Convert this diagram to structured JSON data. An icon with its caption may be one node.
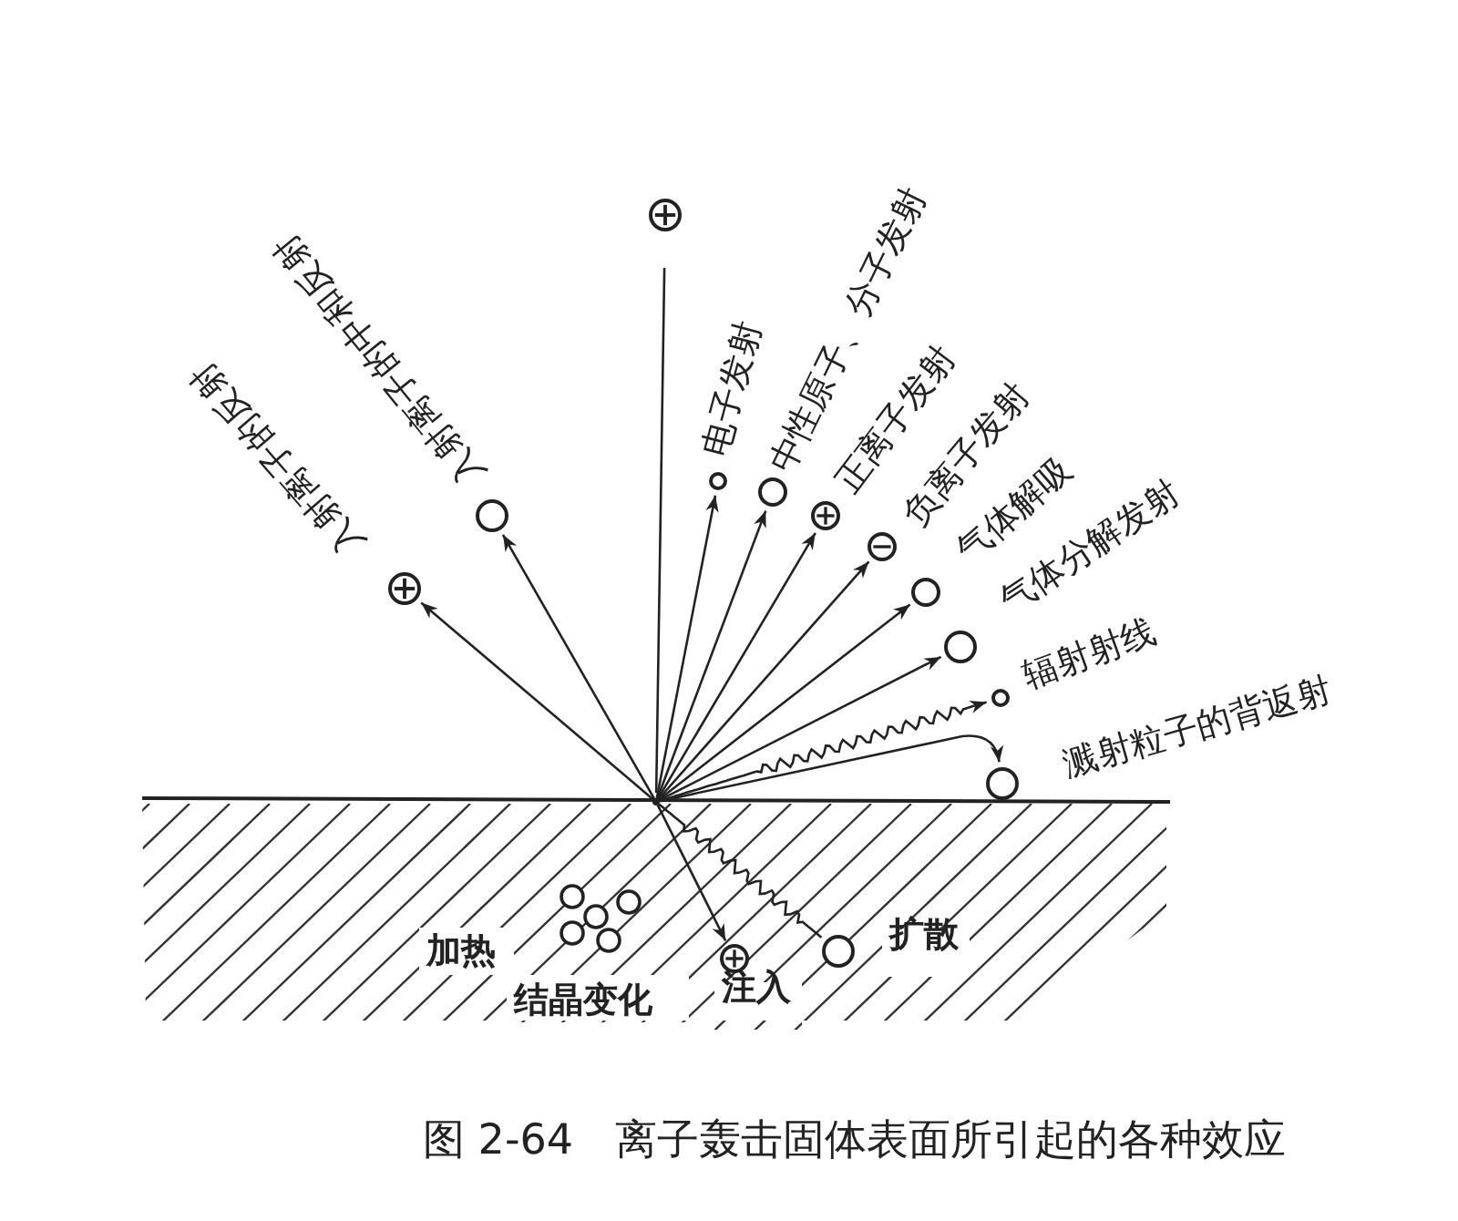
{
  "diagram": {
    "caption": "图 2-64　离子轰击固体表面所引起的各种效应",
    "nodes": [
      {
        "text": [],
        "shape": "dot"
      },
      {
        "text": [],
        "shape": "circle-plus"
      },
      {
        "text": [],
        "shape": "circle-plus",
        "beside": [
          "入射离子的反射"
        ]
      },
      {
        "text": [],
        "shape": "circle",
        "beside": [
          "入射离子的中和反射"
        ]
      },
      {
        "text": [],
        "shape": "circle",
        "beside": [
          "电子发射"
        ]
      },
      {
        "text": [],
        "shape": "circle",
        "beside": [
          "中性原子、分子发射"
        ]
      },
      {
        "text": [],
        "shape": "circle-plus",
        "beside": [
          "正离子发射"
        ]
      },
      {
        "text": [],
        "shape": "circle-minus",
        "beside": [
          "负离子发射"
        ]
      },
      {
        "text": [],
        "shape": "circle",
        "beside": [
          "气体解吸"
        ]
      },
      {
        "text": [],
        "shape": "circle",
        "beside": [
          "气体分解发射"
        ]
      },
      {
        "text": [],
        "shape": "circle",
        "beside": [
          "辐射射线"
        ]
      },
      {
        "text": [],
        "shape": "circle",
        "beside": [
          "溅射粒子的背返射"
        ]
      },
      {
        "text": [],
        "shape": "circle-plus",
        "beside": [
          "注入"
        ]
      },
      {
        "text": [],
        "shape": "circle",
        "beside": [
          "扩散"
        ]
      }
    ],
    "edges": [
      {
        "from": 1,
        "to": 0,
        "arrow": "none"
      },
      {
        "from": 0,
        "to": 2,
        "arrow": "to"
      },
      {
        "from": 0,
        "to": 3,
        "arrow": "to"
      },
      {
        "from": 0,
        "to": 4,
        "arrow": "to"
      },
      {
        "from": 0,
        "to": 5,
        "arrow": "to"
      },
      {
        "from": 0,
        "to": 6,
        "arrow": "to"
      },
      {
        "from": 0,
        "to": 7,
        "arrow": "to"
      },
      {
        "from": 0,
        "to": 8,
        "arrow": "to"
      },
      {
        "from": 0,
        "to": 9,
        "arrow": "to"
      },
      {
        "from": 0,
        "to": 10,
        "arrow": "to"
      },
      {
        "from": 0,
        "to": 11,
        "arrow": "to"
      },
      {
        "from": 0,
        "to": 12,
        "arrow": "to"
      },
      {
        "from": 0,
        "to": 13,
        "arrow": "none"
      }
    ],
    "labels": [
      "加热",
      "结晶变化"
    ]
  }
}
